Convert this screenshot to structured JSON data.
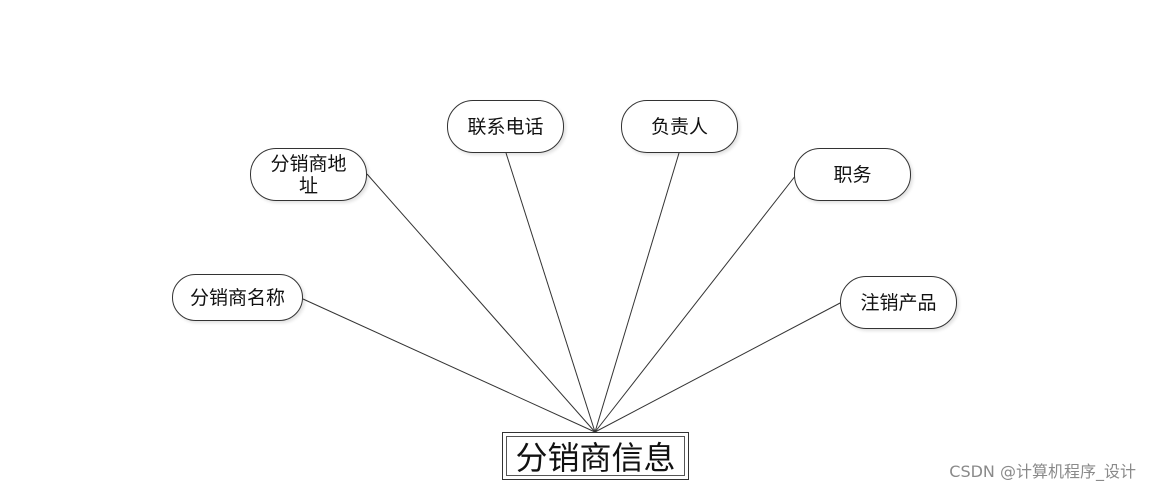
{
  "entity": {
    "label": "分销商信息"
  },
  "attributes": [
    {
      "id": "name",
      "label": "分销商名称"
    },
    {
      "id": "address",
      "label": "分销商地\n址"
    },
    {
      "id": "phone",
      "label": "联系电话"
    },
    {
      "id": "manager",
      "label": "负责人"
    },
    {
      "id": "position",
      "label": "职务"
    },
    {
      "id": "deregister",
      "label": "注销产品"
    }
  ],
  "watermark": "CSDN @计算机程序_设计"
}
